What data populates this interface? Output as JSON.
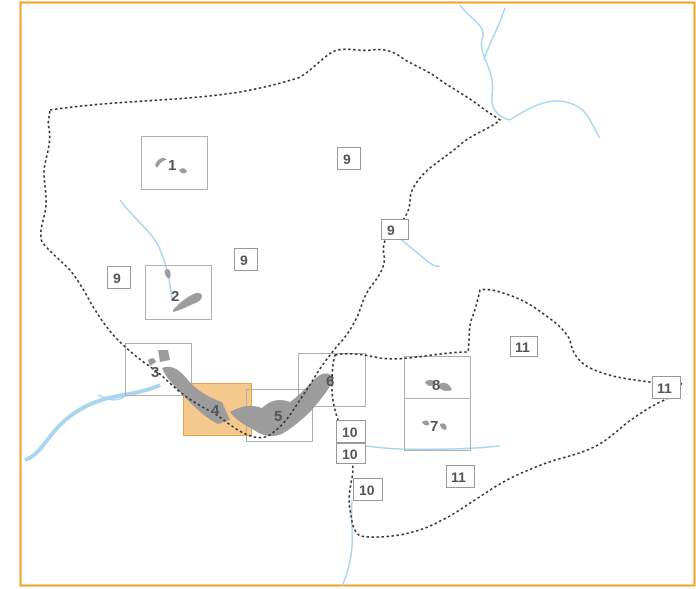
{
  "colors": {
    "frame_border": "#f0a020",
    "highlight_fill": "#f5c88e",
    "highlight_stroke": "#e9a14a",
    "river": "#a9d6ee",
    "patch": "#9c9c9c",
    "label": "#555555"
  },
  "selected_area": "4",
  "areas": [
    {
      "id": "area-1",
      "label": "1"
    },
    {
      "id": "area-2",
      "label": "2"
    },
    {
      "id": "area-3",
      "label": "3"
    },
    {
      "id": "area-4",
      "label": "4"
    },
    {
      "id": "area-5",
      "label": "5"
    },
    {
      "id": "area-6",
      "label": "6"
    },
    {
      "id": "area-7",
      "label": "7"
    },
    {
      "id": "area-8",
      "label": "8"
    }
  ],
  "region_labels": [
    "9",
    "9",
    "9",
    "9",
    "10",
    "10",
    "10",
    "11",
    "11",
    "11"
  ]
}
